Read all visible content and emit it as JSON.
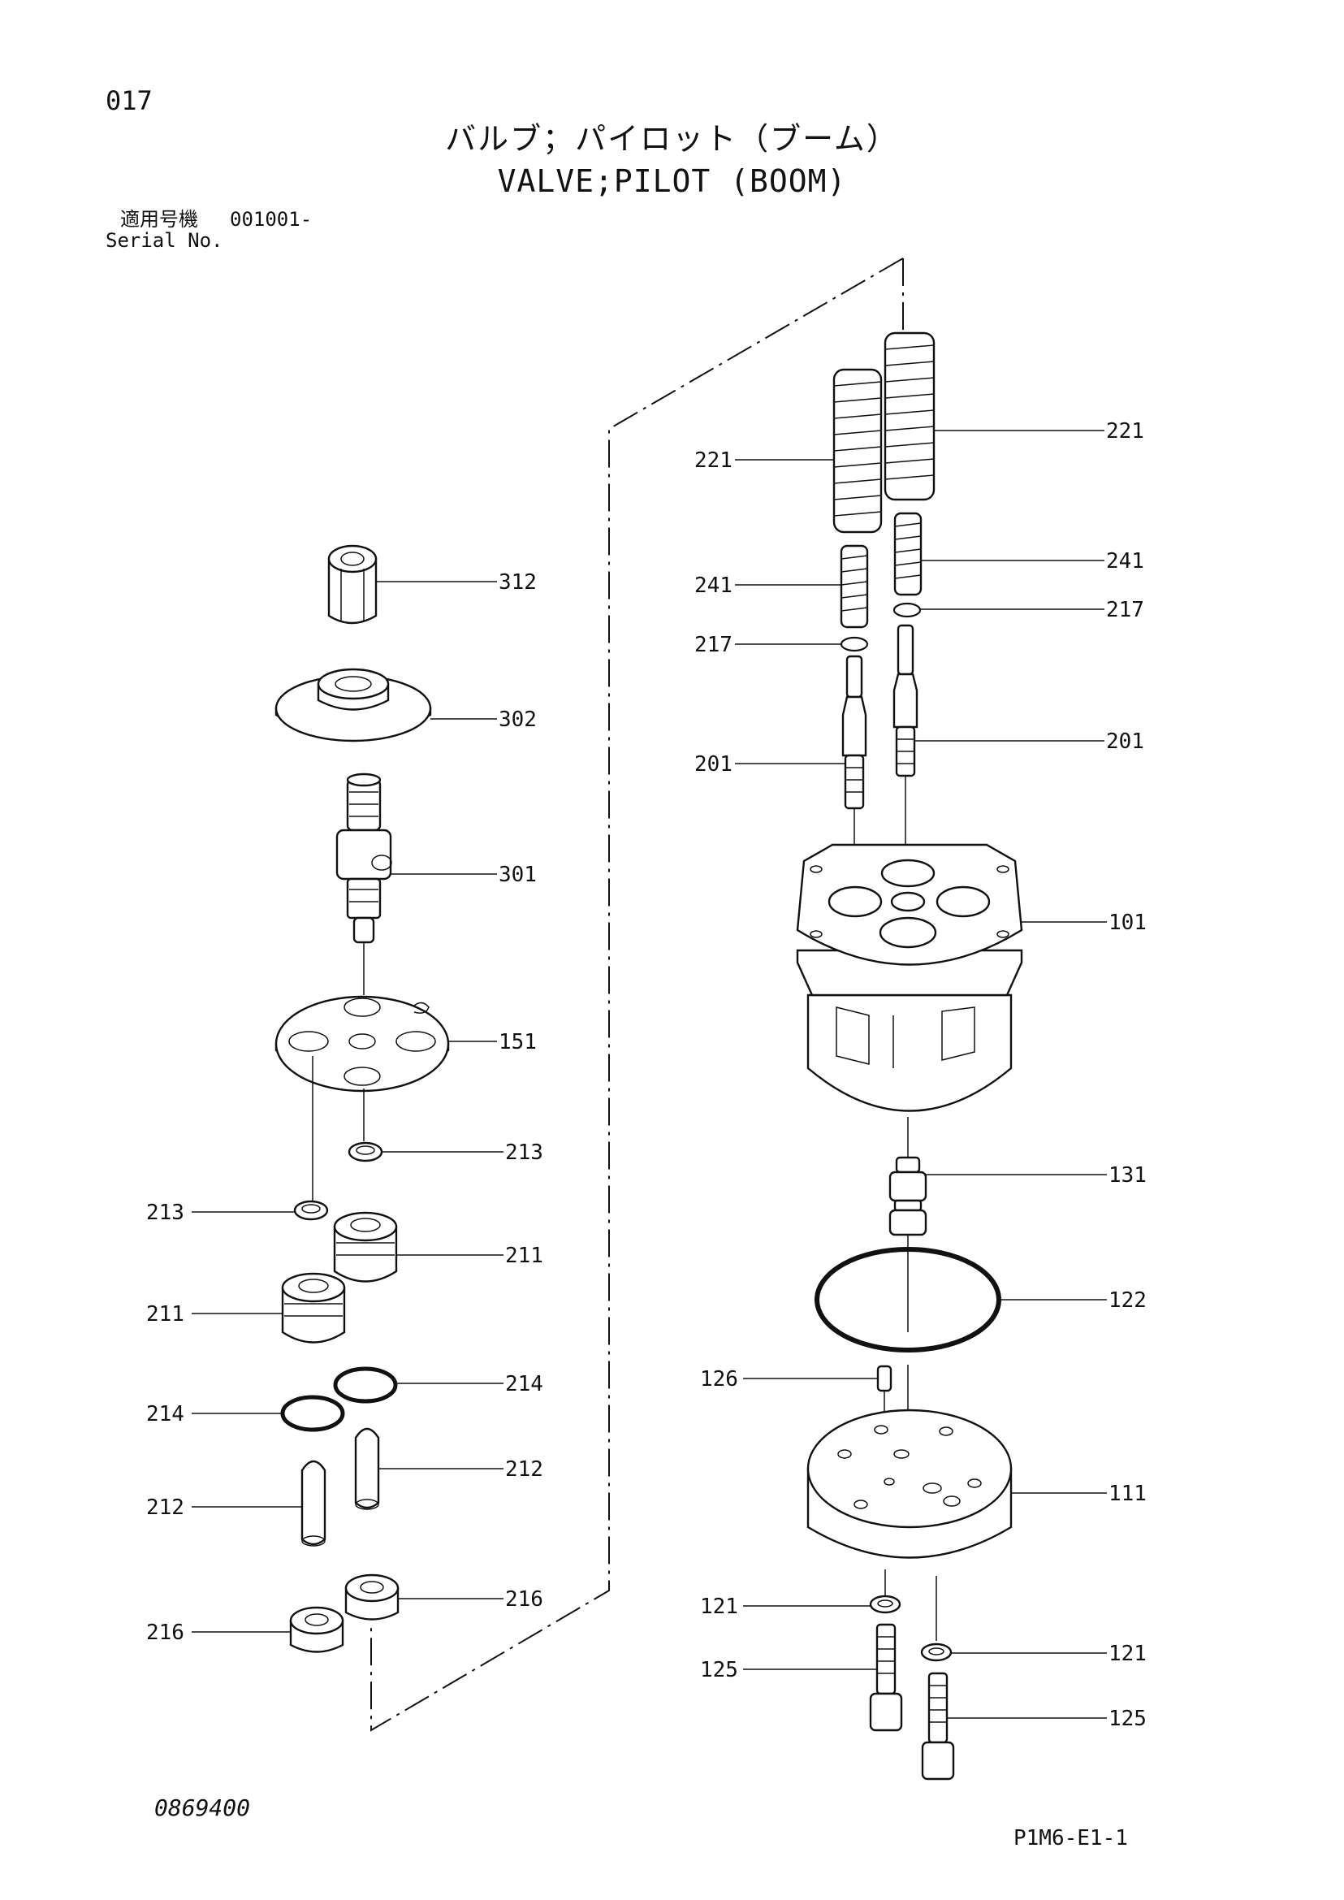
{
  "header": {
    "page_number": "017",
    "title_jp": "バルブ；パイロット（ブーム）",
    "title_en": "VALVE;PILOT (BOOM)",
    "serial_label_jp": "適用号機",
    "serial_range": "001001-",
    "serial_label_en": "Serial No."
  },
  "callouts": [
    {
      "id": "c312",
      "label": "312"
    },
    {
      "id": "c302",
      "label": "302"
    },
    {
      "id": "c301",
      "label": "301"
    },
    {
      "id": "c151",
      "label": "151"
    },
    {
      "id": "c213a",
      "label": "213"
    },
    {
      "id": "c213b",
      "label": "213"
    },
    {
      "id": "c211a",
      "label": "211"
    },
    {
      "id": "c211b",
      "label": "211"
    },
    {
      "id": "c214a",
      "label": "214"
    },
    {
      "id": "c214b",
      "label": "214"
    },
    {
      "id": "c212a",
      "label": "212"
    },
    {
      "id": "c212b",
      "label": "212"
    },
    {
      "id": "c216a",
      "label": "216"
    },
    {
      "id": "c216b",
      "label": "216"
    },
    {
      "id": "c221a",
      "label": "221"
    },
    {
      "id": "c221b",
      "label": "221"
    },
    {
      "id": "c241a",
      "label": "241"
    },
    {
      "id": "c241b",
      "label": "241"
    },
    {
      "id": "c217a",
      "label": "217"
    },
    {
      "id": "c217b",
      "label": "217"
    },
    {
      "id": "c201a",
      "label": "201"
    },
    {
      "id": "c201b",
      "label": "201"
    },
    {
      "id": "c101",
      "label": "101"
    },
    {
      "id": "c131",
      "label": "131"
    },
    {
      "id": "c122",
      "label": "122"
    },
    {
      "id": "c126",
      "label": "126"
    },
    {
      "id": "c111",
      "label": "111"
    },
    {
      "id": "c121a",
      "label": "121"
    },
    {
      "id": "c121b",
      "label": "121"
    },
    {
      "id": "c125a",
      "label": "125"
    },
    {
      "id": "c125b",
      "label": "125"
    }
  ],
  "footer": {
    "drawing_number": "0869400",
    "page_code": "P1M6-E1-1"
  }
}
